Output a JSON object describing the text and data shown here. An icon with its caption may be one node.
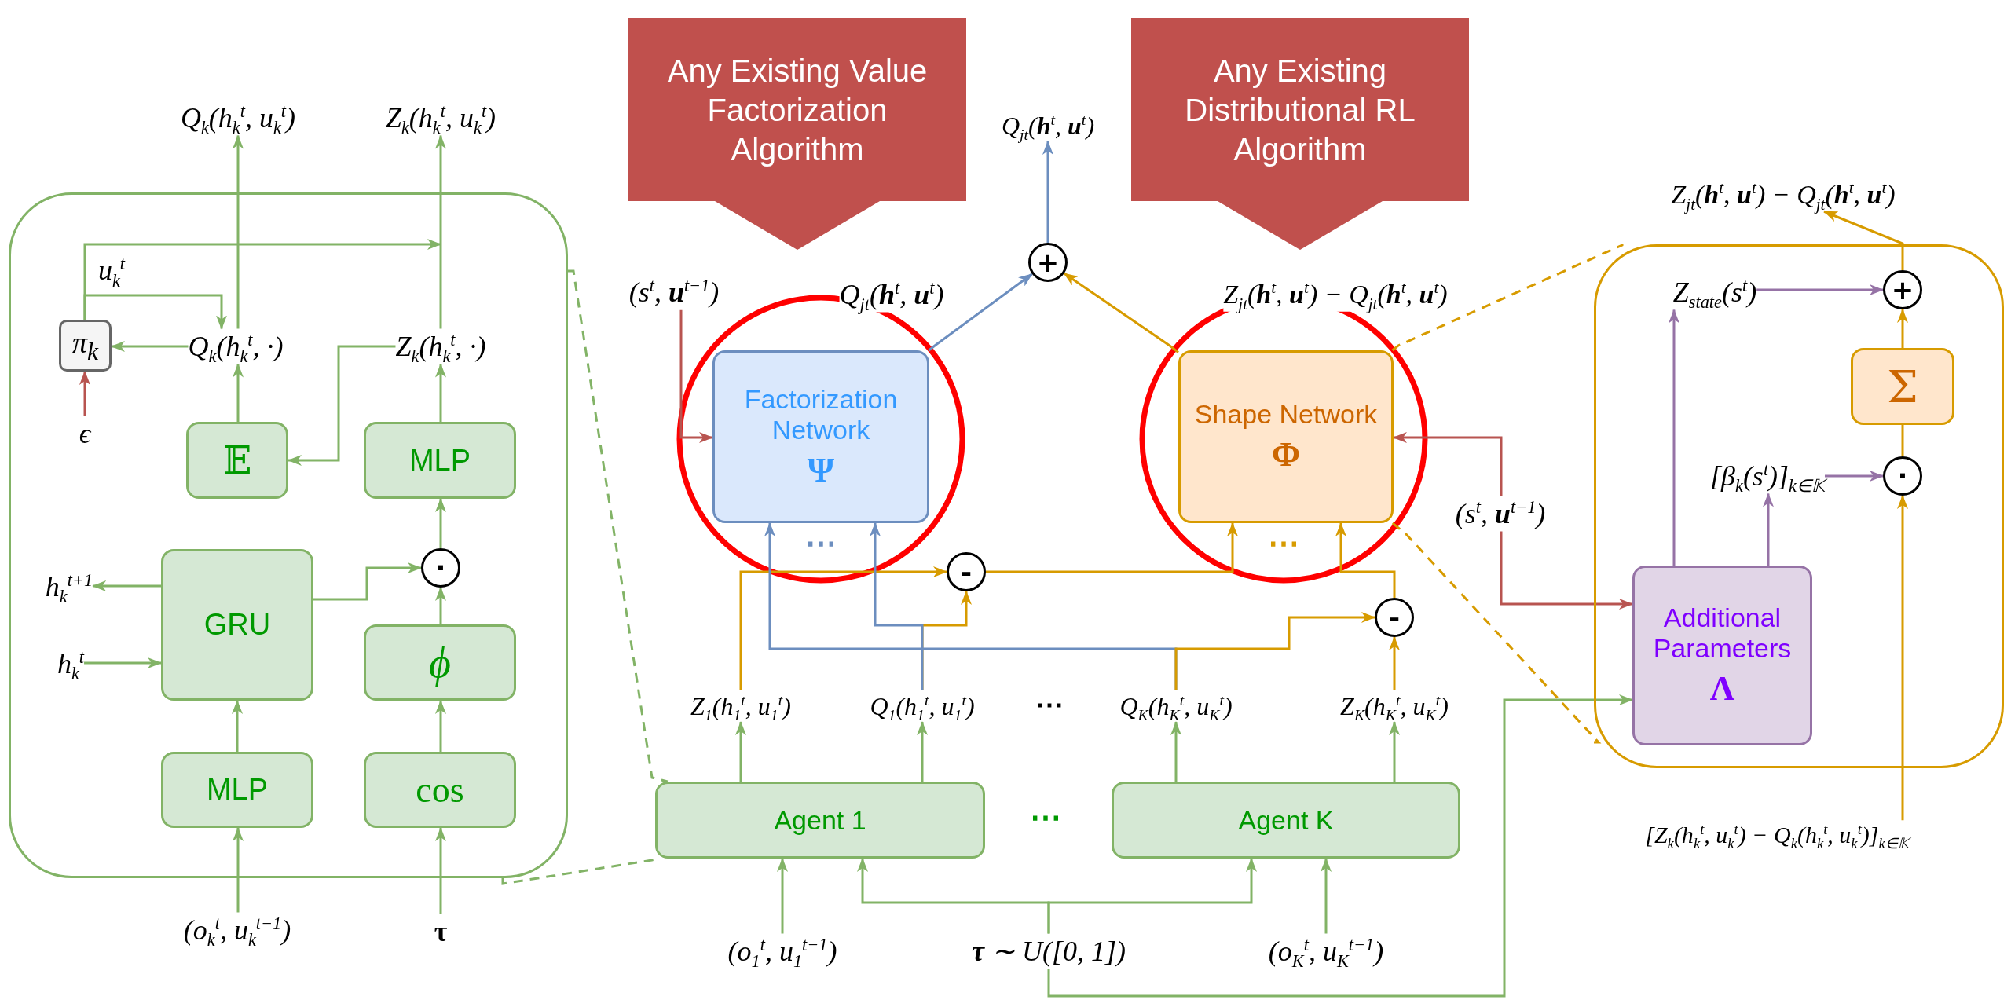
{
  "diagram": {
    "nodes": [
      {
        "text": [],
        "shape": "box"
      },
      {
        "text": [
          "Q$_{k}$(h$_{k}$$^{t}$, u$_{k}$$^{t}$)"
        ]
      },
      {
        "text": [
          "Z$_{k}$(h$_{k}$$^{t}$, u$_{k}$$^{t}$)"
        ]
      },
      {
        "text": [
          "π$_{k}$"
        ],
        "in": 0
      },
      {
        "text": [
          "ϵ"
        ],
        "in": 0
      },
      {
        "text": [
          "Q$_{k}$(h$_{k}$$^{t}$, ·)"
        ],
        "in": 0
      },
      {
        "text": [
          "Z$_{k}$(h$_{k}$$^{t}$, ·)"
        ],
        "in": 0
      },
      {
        "text": [
          "𝔼"
        ],
        "in": 0
      },
      {
        "text": [
          "MLP"
        ],
        "in": 0
      },
      {
        "text": [
          "GRU"
        ],
        "in": 0
      },
      {
        "text": [
          "·"
        ],
        "in": 0
      },
      {
        "text": [
          "ϕ"
        ],
        "in": 0
      },
      {
        "text": [
          "MLP"
        ],
        "in": 0
      },
      {
        "text": [
          "cos"
        ],
        "in": 0
      },
      {
        "text": [
          "h$_{k}$$^{t+1}$"
        ],
        "in": 0
      },
      {
        "text": [
          "h$_{k}$$^{t}$"
        ],
        "in": 0
      },
      {
        "text": [
          "(o$_{k}$$^{t}$, u$_{k}$$^{t−1}$)"
        ]
      },
      {
        "text": [
          "τ"
        ]
      },
      {
        "text": [
          "Any Existing Value Factorization Algorithm"
        ]
      },
      {
        "text": [
          "Any Existing Distributional RL Algorithm"
        ]
      },
      {
        "text": [
          "Q$_{jt}$(**h**$^{t}$, **u**$^{t}$)"
        ]
      },
      {
        "text": [
          "+"
        ]
      },
      {
        "text": [
          "(s$^{t}$, **u**$^{t−1}$)"
        ]
      },
      {
        "text": [
          "Q$_{jt}$(**h**$^{t}$, **u**$^{t}$)"
        ]
      },
      {
        "text": [
          "Z$_{jt}$(**h**$^{t}$, **u**$^{t}$) − Q$_{jt}$(**h**$^{t}$, **u**$^{t}$)"
        ]
      },
      {
        "text": [
          "Factorization Network",
          "Ψ"
        ]
      },
      {
        "text": [
          "Shape Network",
          "Φ"
        ]
      },
      {
        "text": [
          "(s$^{t}$, **u**$^{t−1}$)"
        ]
      },
      {
        "text": [
          "-"
        ]
      },
      {
        "text": [
          "-"
        ]
      },
      {
        "text": [
          "Z$_{1}$(h$_{1}$$^{t}$, u$_{1}$$^{t}$)"
        ]
      },
      {
        "text": [
          "Q$_{1}$(h$_{1}$$^{t}$, u$_{1}$$^{t}$)"
        ]
      },
      {
        "text": [
          "Q$_{K}$(h$_{K}$$^{t}$, u$_{K}$$^{t}$)"
        ]
      },
      {
        "text": [
          "Z$_{K}$(h$_{K}$$^{t}$, u$_{K}$$^{t}$)"
        ]
      },
      {
        "text": [
          "Agent 1"
        ]
      },
      {
        "text": [
          "Agent K"
        ]
      },
      {
        "text": [
          "(o$_{1}$$^{t}$, u$_{1}$$^{t−1}$)"
        ]
      },
      {
        "text": [
          "**τ** ∼ U([0, 1])"
        ]
      },
      {
        "text": [
          "(o$_{K}$$^{t}$, u$_{K}$$^{t−1}$)"
        ]
      },
      {
        "text": [
          "Z$_{jt}$(**h**$^{t}$, **u**$^{t}$) − Q$_{jt}$(**h**$^{t}$, **u**$^{t}$)"
        ]
      },
      {
        "text": [],
        "shape": "box"
      },
      {
        "text": [
          "Z$_{state}$(s$^{t}$)"
        ],
        "in": 40
      },
      {
        "text": [
          "+"
        ],
        "in": 40
      },
      {
        "text": [
          "Σ"
        ],
        "in": 40
      },
      {
        "text": [
          "[β$_{k}$(s$^{t}$)]$_{k∈𝕂}$"
        ],
        "in": 40
      },
      {
        "text": [
          "·"
        ],
        "in": 40
      },
      {
        "text": [
          "Additional Parameters",
          "Λ"
        ],
        "in": 40
      },
      {
        "text": [
          "[Z$_{k}$(h$_{k}$$^{t}$, u$_{k}$$^{t}$) − Q$_{k}$(h$_{k}$$^{t}$, u$_{k}$$^{t}$)]$_{k∈𝕂}$"
        ]
      }
    ],
    "edges": [
      {
        "from": 16,
        "to": 12,
        "arrow": "to"
      },
      {
        "from": 12,
        "to": 9,
        "arrow": "to"
      },
      {
        "from": 15,
        "to": 9,
        "arrow": "to"
      },
      {
        "from": 9,
        "to": 14,
        "arrow": "to"
      },
      {
        "from": 9,
        "to": 10,
        "arrow": "to"
      },
      {
        "from": 17,
        "to": 13,
        "arrow": "to"
      },
      {
        "from": 13,
        "to": 11,
        "arrow": "to"
      },
      {
        "from": 11,
        "to": 10,
        "arrow": "to"
      },
      {
        "from": 10,
        "to": 8,
        "arrow": "to"
      },
      {
        "from": 8,
        "to": 6,
        "arrow": "to"
      },
      {
        "from": 6,
        "to": 7,
        "arrow": "to"
      },
      {
        "from": 7,
        "to": 5,
        "arrow": "to"
      },
      {
        "from": 5,
        "to": 3,
        "arrow": "to"
      },
      {
        "from": 4,
        "to": 3,
        "arrow": "to",
        "color": "#b85450"
      },
      {
        "from": 5,
        "to": 1,
        "arrow": "to"
      },
      {
        "from": 6,
        "to": 2,
        "arrow": "to"
      },
      {
        "from": 3,
        "to": 5,
        "arrow": "to"
      },
      {
        "from": 3,
        "to": null,
        "arrow": "to"
      },
      {
        "from": 0,
        "to": 34,
        "arrow": "none",
        "style": "dashed"
      },
      {
        "from": 0,
        "to": 34,
        "arrow": "none",
        "style": "dashed"
      },
      {
        "from": 36,
        "to": 34,
        "arrow": "to"
      },
      {
        "from": 37,
        "to": 34,
        "arrow": "to"
      },
      {
        "from": 37,
        "to": 35,
        "arrow": "to"
      },
      {
        "from": 38,
        "to": 35,
        "arrow": "to"
      },
      {
        "from": 34,
        "to": 30,
        "arrow": "to"
      },
      {
        "from": 34,
        "to": 31,
        "arrow": "to"
      },
      {
        "from": 35,
        "to": 32,
        "arrow": "to"
      },
      {
        "from": 35,
        "to": 33,
        "arrow": "to"
      },
      {
        "from": 37,
        "to": 46,
        "arrow": "to"
      },
      {
        "from": 30,
        "to": 28,
        "arrow": "to",
        "color": "#d79b00"
      },
      {
        "from": 31,
        "to": 28,
        "arrow": "to",
        "color": "#d79b00"
      },
      {
        "from": 31,
        "to": 25,
        "arrow": "to",
        "color": "#6c8ebf"
      },
      {
        "from": 32,
        "to": 25,
        "arrow": "to",
        "color": "#6c8ebf"
      },
      {
        "from": 32,
        "to": 29,
        "arrow": "to",
        "color": "#d79b00"
      },
      {
        "from": 33,
        "to": 29,
        "arrow": "to",
        "color": "#d79b00"
      },
      {
        "from": 28,
        "to": 26,
        "arrow": "to",
        "color": "#d79b00"
      },
      {
        "from": 29,
        "to": 26,
        "arrow": "to",
        "color": "#d79b00"
      },
      {
        "from": 25,
        "to": 21,
        "arrow": "to",
        "color": "#6c8ebf"
      },
      {
        "from": 26,
        "to": 21,
        "arrow": "to",
        "color": "#d79b00"
      },
      {
        "from": 21,
        "to": 20,
        "arrow": "to",
        "color": "#6c8ebf"
      },
      {
        "from": 22,
        "to": 25,
        "arrow": "to",
        "color": "#b85450"
      },
      {
        "from": 27,
        "to": 26,
        "arrow": "to",
        "color": "#b85450"
      },
      {
        "from": 27,
        "to": 46,
        "arrow": "to",
        "color": "#b85450"
      },
      {
        "from": 26,
        "to": 40,
        "arrow": "none",
        "style": "dashed",
        "color": "#d79b00"
      },
      {
        "from": 26,
        "to": 40,
        "arrow": "none",
        "style": "dashed",
        "color": "#d79b00"
      },
      {
        "from": 46,
        "to": 41,
        "arrow": "to",
        "color": "#9673a6"
      },
      {
        "from": 46,
        "to": 44,
        "arrow": "to",
        "color": "#9673a6"
      },
      {
        "from": 41,
        "to": 42,
        "arrow": "to",
        "color": "#9673a6"
      },
      {
        "from": 44,
        "to": 45,
        "arrow": "to",
        "color": "#9673a6"
      },
      {
        "from": 47,
        "to": 45,
        "arrow": "to",
        "color": "#d79b00"
      },
      {
        "from": 45,
        "to": 43,
        "arrow": "none",
        "color": "#d79b00"
      },
      {
        "from": 43,
        "to": 42,
        "arrow": "to",
        "color": "#d79b00"
      },
      {
        "from": 42,
        "to": 39,
        "arrow": "to",
        "color": "#d79b00"
      }
    ],
    "labels": [
      "u$_{k}$$^{t}$",
      "⋯",
      "⋯",
      "⋯",
      "⋯"
    ]
  }
}
